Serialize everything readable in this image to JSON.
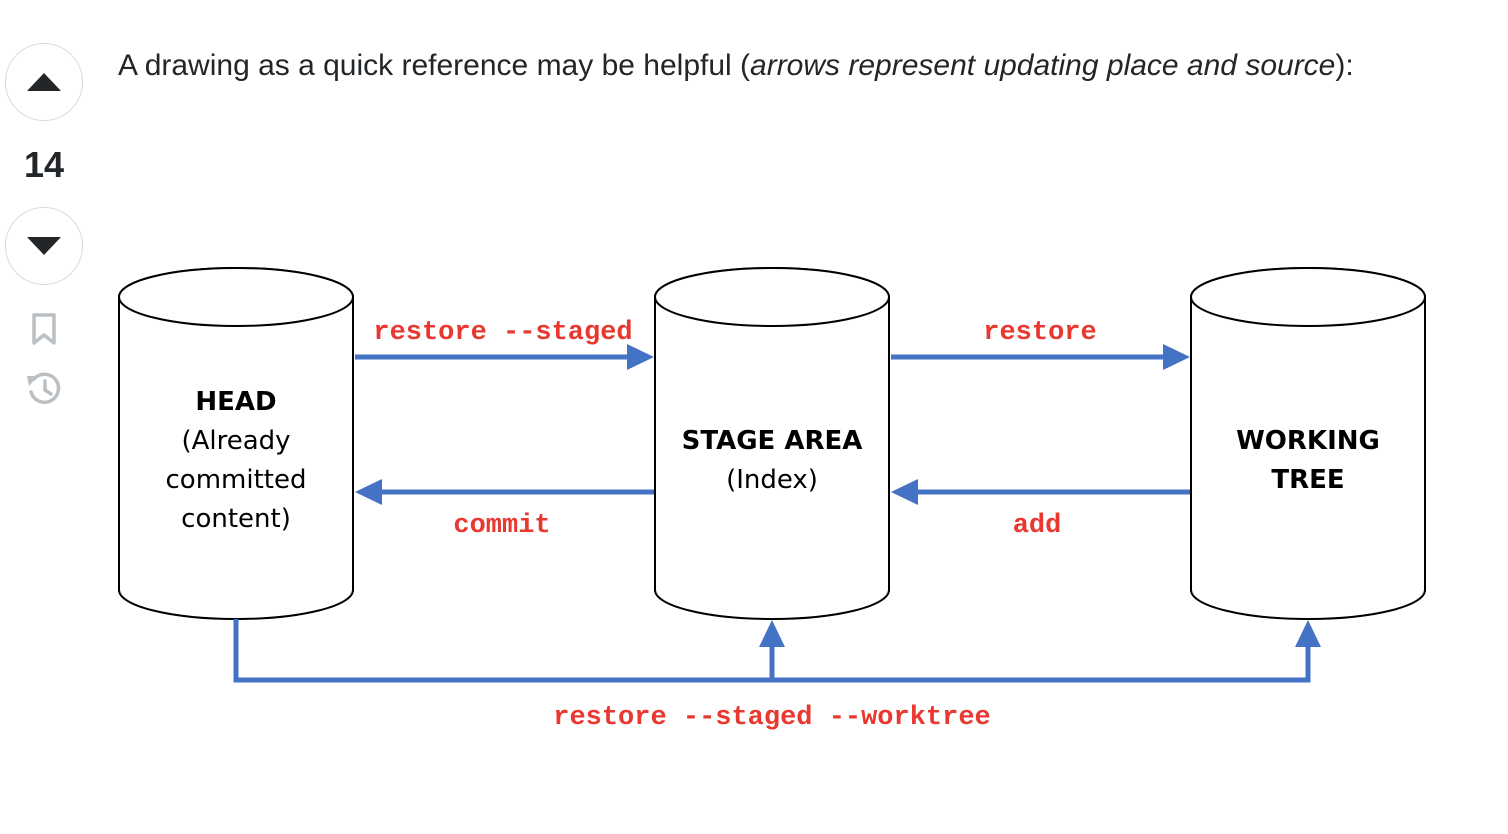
{
  "vote": {
    "count": "14",
    "upvote_icon": "triangle-up",
    "downvote_icon": "triangle-down",
    "bookmark_icon": "bookmark",
    "history_icon": "history-clock"
  },
  "post": {
    "text_before": "A drawing as a quick reference may be helpful (",
    "text_italic": "arrows represent updating place and source",
    "text_after": "):"
  },
  "diagram": {
    "stores": {
      "head": {
        "title": "HEAD",
        "line1": "(Already",
        "line2": "committed",
        "line3": "content)"
      },
      "stage": {
        "title": "STAGE AREA",
        "line1": "(Index)"
      },
      "working": {
        "line1": "WORKING",
        "line2": "TREE"
      }
    },
    "commands": {
      "restore_staged": "restore --staged",
      "restore": "restore",
      "commit": "commit",
      "add": "add",
      "restore_staged_worktree": "restore --staged --worktree"
    },
    "colors": {
      "arrow": "#4472c4",
      "command": "#e8382f"
    }
  }
}
